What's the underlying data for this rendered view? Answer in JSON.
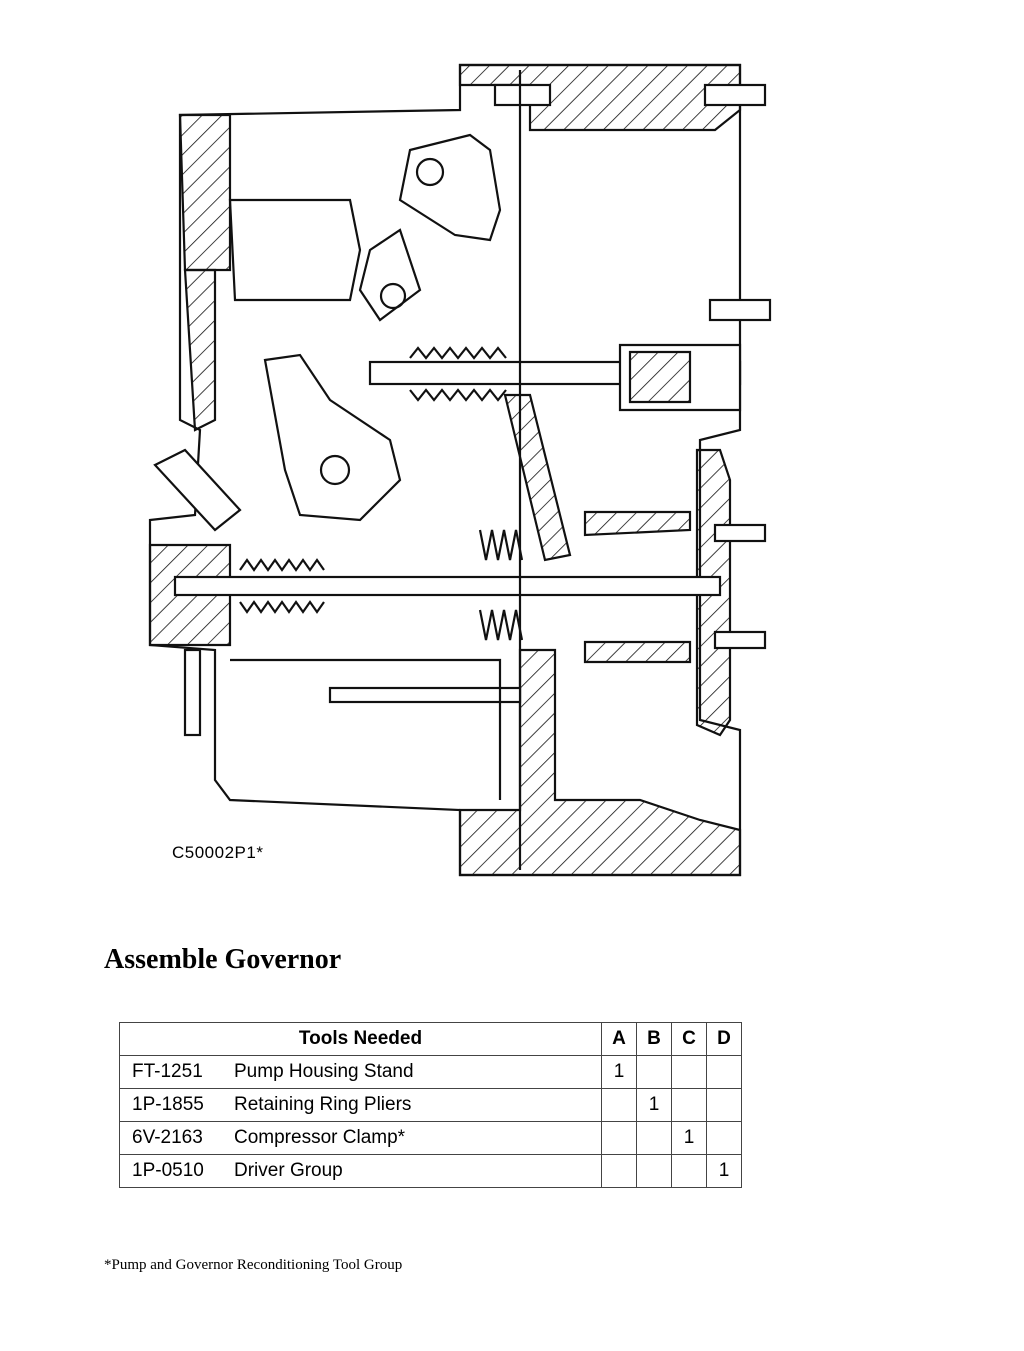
{
  "figure": {
    "caption": "C50002P1*"
  },
  "section_title": "Assemble Governor",
  "table": {
    "header": {
      "title": "Tools Needed",
      "cols": [
        "A",
        "B",
        "C",
        "D"
      ]
    },
    "rows": [
      {
        "part": "FT-1251",
        "desc": "Pump Housing Stand",
        "marks": [
          "1",
          "",
          "",
          ""
        ]
      },
      {
        "part": "1P-1855",
        "desc": "Retaining Ring Pliers",
        "marks": [
          "",
          "1",
          "",
          ""
        ]
      },
      {
        "part": "6V-2163",
        "desc": "Compressor Clamp*",
        "marks": [
          "",
          "",
          "1",
          ""
        ]
      },
      {
        "part": "1P-0510",
        "desc": "Driver Group",
        "marks": [
          "",
          "",
          "",
          "1"
        ]
      }
    ]
  },
  "footnote": "*Pump and Governor Reconditioning Tool Group"
}
